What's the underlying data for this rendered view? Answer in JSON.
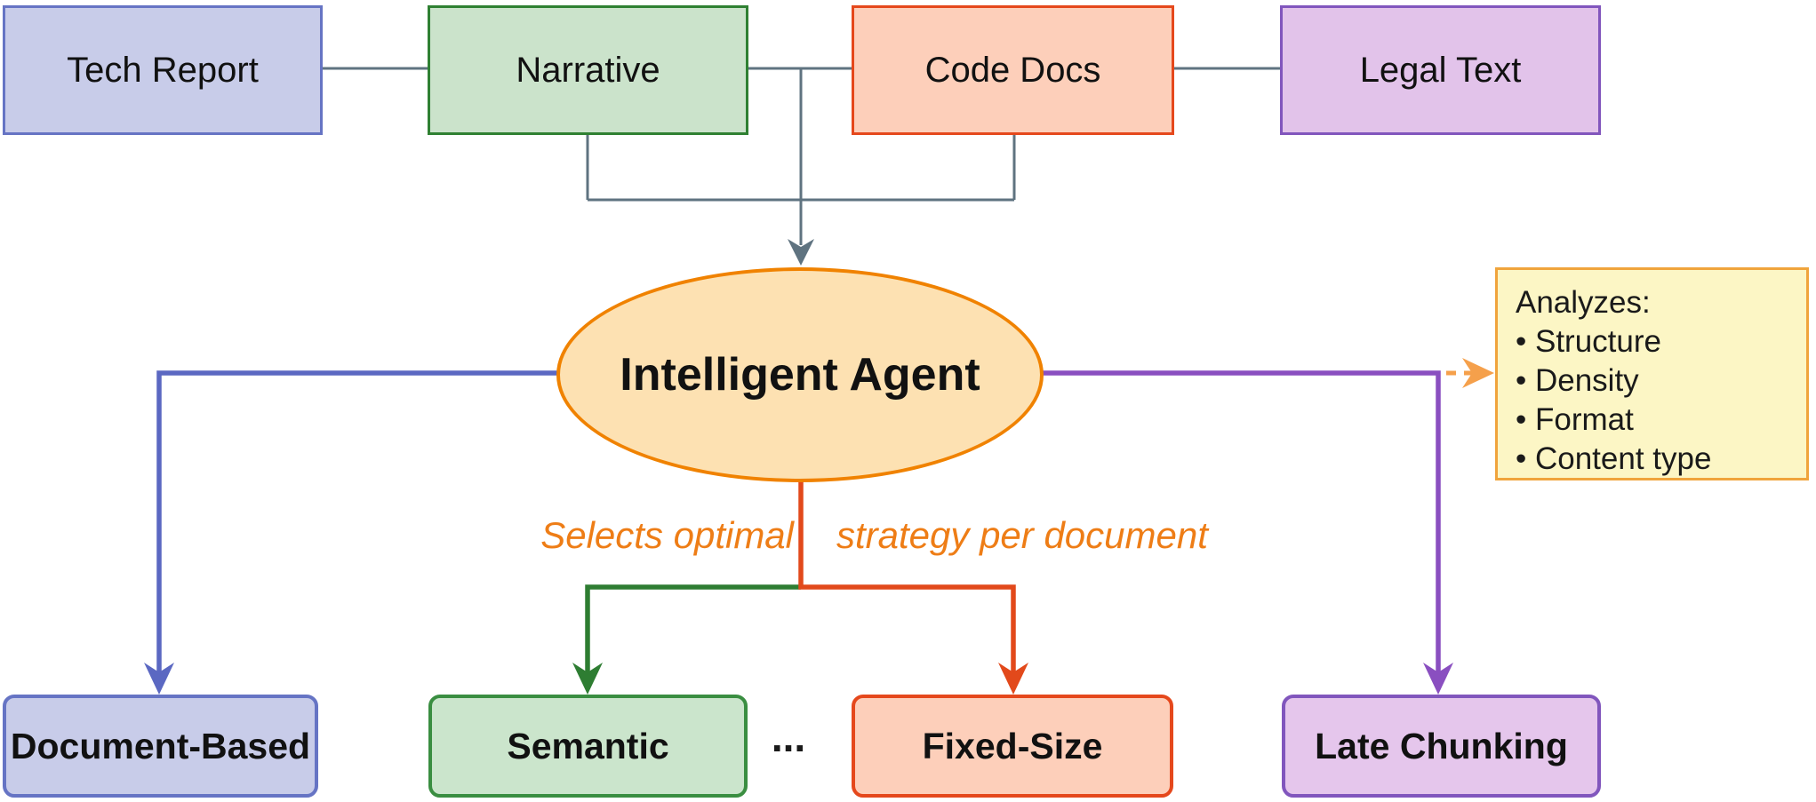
{
  "top_row": [
    {
      "label": "Tech Report",
      "fill": "#c8cce9",
      "border": "#6674c4"
    },
    {
      "label": "Narrative",
      "fill": "#cbe3cb",
      "border": "#2f8032"
    },
    {
      "label": "Code Docs",
      "fill": "#fdcfba",
      "border": "#e5481c"
    },
    {
      "label": "Legal Text",
      "fill": "#e2c3ea",
      "border": "#8156bd"
    }
  ],
  "agent": {
    "label": "Intelligent Agent",
    "fill": "#fde1b2",
    "border": "#f08200"
  },
  "note": {
    "title": "Analyzes:",
    "items": [
      "• Structure",
      "• Density",
      "• Format",
      "• Content type"
    ],
    "fill": "#fcf6c5",
    "border": "#f0a43c"
  },
  "edge_label": {
    "left": "Selects optimal",
    "right": "strategy per document",
    "color": "#ee7d16"
  },
  "ellipsis": "...",
  "bottom_row": [
    {
      "label": "Document-Based",
      "fill": "#c8cce9",
      "border": "#6674c4",
      "arrow": "#5b68c2"
    },
    {
      "label": "Semantic",
      "fill": "#cbe5cc",
      "border": "#3a8e41",
      "arrow": "#2e7d32"
    },
    {
      "label": "Fixed-Size",
      "fill": "#fdcfba",
      "border": "#e5481c",
      "arrow": "#e2491b"
    },
    {
      "label": "Late Chunking",
      "fill": "#e5c6ec",
      "border": "#8156bd",
      "arrow": "#8a4fc0"
    }
  ],
  "connectors": {
    "gray": "#5f7380",
    "dashed_orange": "#f5a04b"
  }
}
